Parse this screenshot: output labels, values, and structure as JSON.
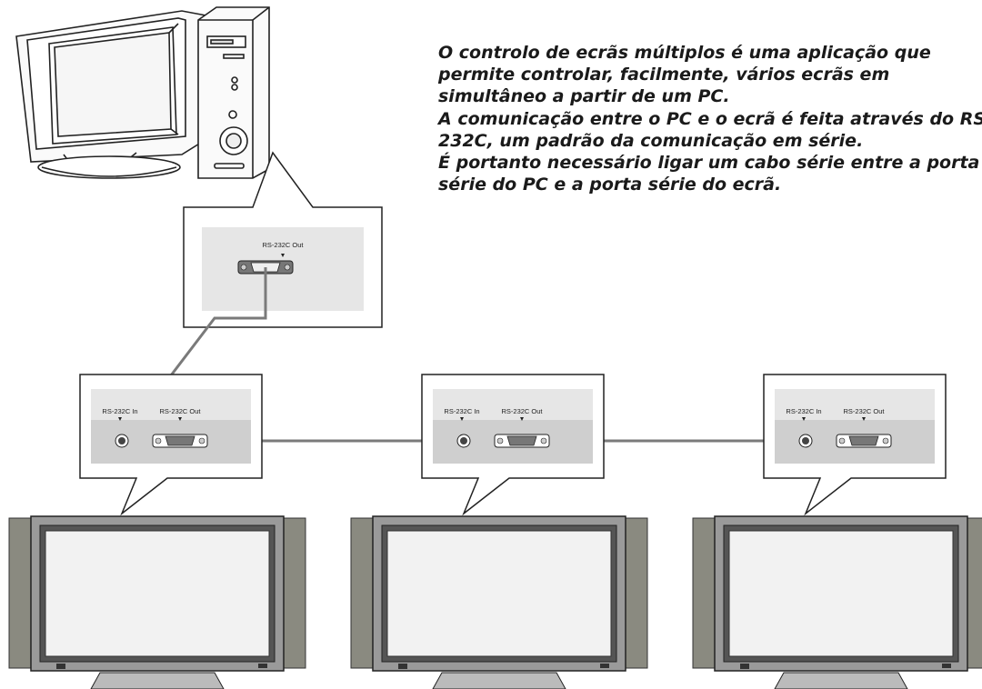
{
  "description": {
    "lines": [
      "O controlo de ecrãs múltiplos é uma aplicação que",
      "permite controlar, facilmente, vários ecrãs em",
      "simultâneo a partir de um PC.",
      "A comunicação entre o PC e o ecrã é feita através do RS-",
      "232C, um padrão da comunicação em série.",
      "É portanto necessário ligar um cabo série entre a porta",
      "série do PC e a porta série do ecrã."
    ]
  },
  "pc_callout": {
    "out_label": "RS-232C Out"
  },
  "display_callouts": [
    {
      "in_label": "RS-232C In",
      "out_label": "RS-232C Out"
    },
    {
      "in_label": "RS-232C In",
      "out_label": "RS-232C Out"
    },
    {
      "in_label": "RS-232C In",
      "out_label": "RS-232C Out"
    }
  ],
  "colors": {
    "cable": "#7a7a7a",
    "panel": "#e6e6e6",
    "panel_lower": "#cfcfcf",
    "tv_frame": "#9a9a9a",
    "tv_speaker": "#8a8a80",
    "screen": "#f2f2f2"
  }
}
